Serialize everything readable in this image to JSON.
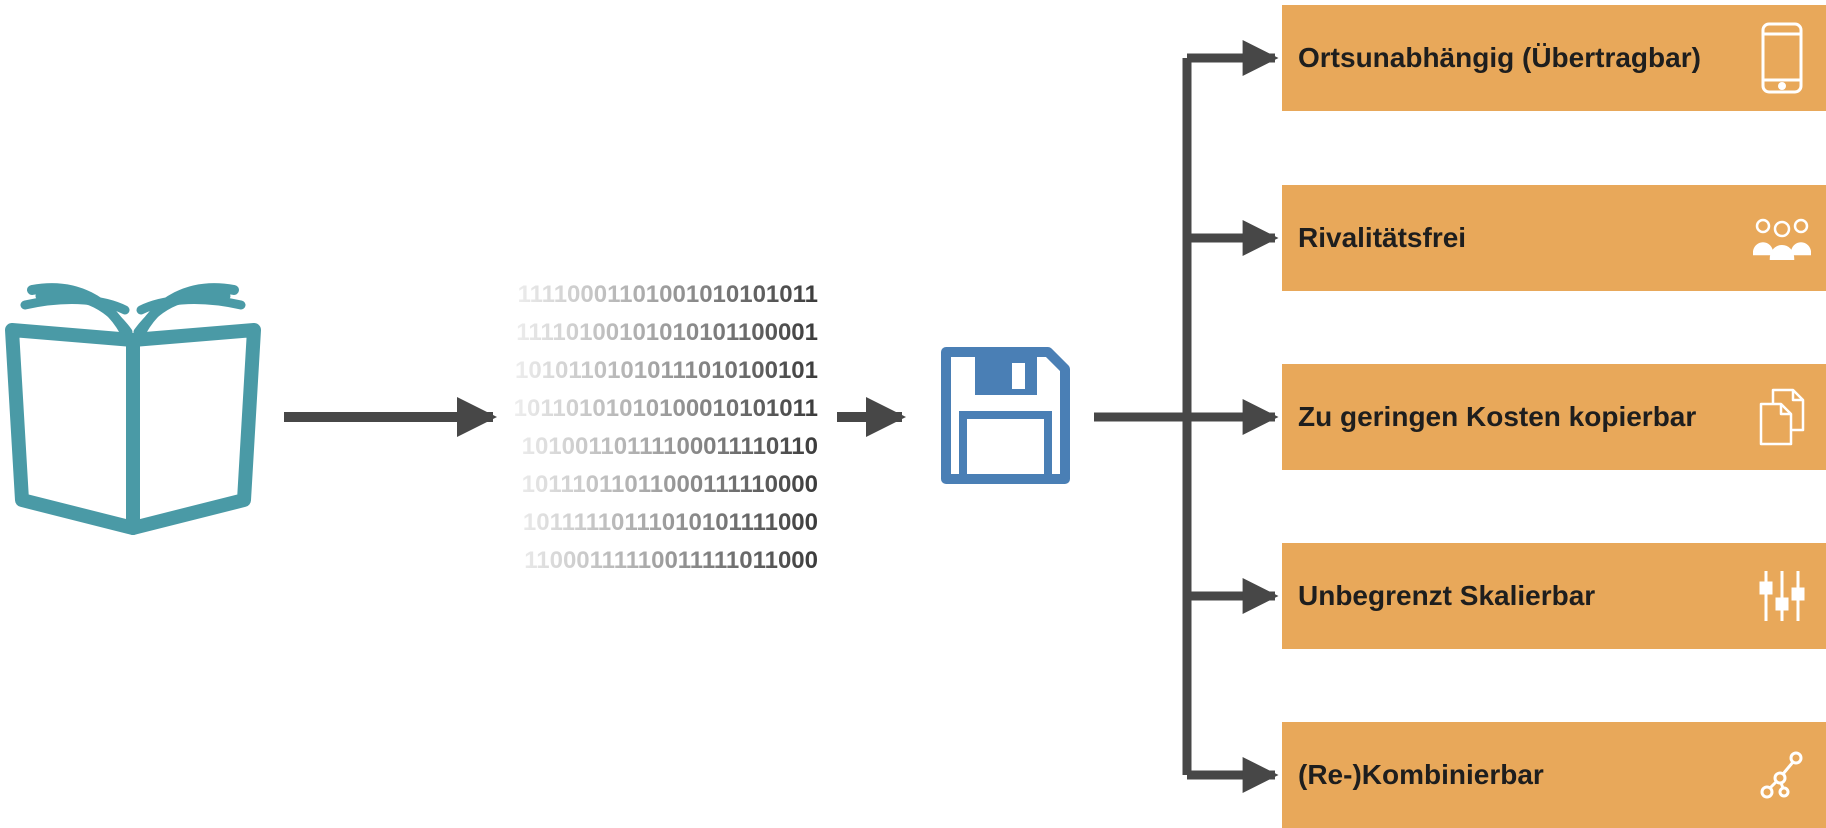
{
  "binary_lines": [
    "11110001101001010101011",
    "11110100101010101100001",
    "10101101010111010100101",
    "10110101010100010101011",
    "10100110111100011110110",
    "10111011011000111110000",
    "10111110111010101111000",
    "11000111110011111011000"
  ],
  "properties": [
    {
      "label": "Ortsunabhängig (Übertragbar)",
      "icon": "smartphone-icon"
    },
    {
      "label": "Rivalitätsfrei",
      "icon": "people-group-icon"
    },
    {
      "label": "Zu geringen Kosten kopierbar",
      "icon": "copy-documents-icon"
    },
    {
      "label": "Unbegrenzt Skalierbar",
      "icon": "sliders-icon"
    },
    {
      "label": "(Re-)Kombinierbar",
      "icon": "molecule-icon"
    }
  ],
  "colors": {
    "book": "#4a9aa6",
    "disk": "#4a7fb5",
    "arrow": "#474747",
    "box": "#e8a85a",
    "box_text": "#1e1e1e",
    "icon": "#ffffff"
  }
}
